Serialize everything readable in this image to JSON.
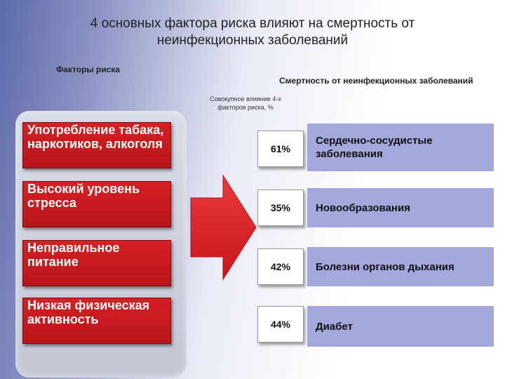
{
  "title": "4 основных фактора риска влияют на смертность от неинфекционных заболеваний",
  "left_heading": "Факторы риска",
  "right_heading": "Смертность от неинфекционных заболеваний",
  "combined_effect_label": "Совокупное влияние 4-х факторов риска, %",
  "factors": [
    {
      "label": "Употребление табака, наркотиков, алкоголя"
    },
    {
      "label": "Высокий уровень стресса"
    },
    {
      "label": "Неправильное питание"
    },
    {
      "label": "Низкая физическая активность"
    }
  ],
  "outcomes": [
    {
      "percent": "61%",
      "label": "Сердечно-сосудистые заболевания"
    },
    {
      "percent": "35%",
      "label": "Новообразования"
    },
    {
      "percent": "42%",
      "label": "Болезни органов дыхания"
    },
    {
      "percent": "44%",
      "label": "Диабет"
    }
  ],
  "colors": {
    "factor_red": "#c81b1f",
    "outcome_lavender": "#a4a7dc",
    "arrow_red": "#e0262b"
  }
}
